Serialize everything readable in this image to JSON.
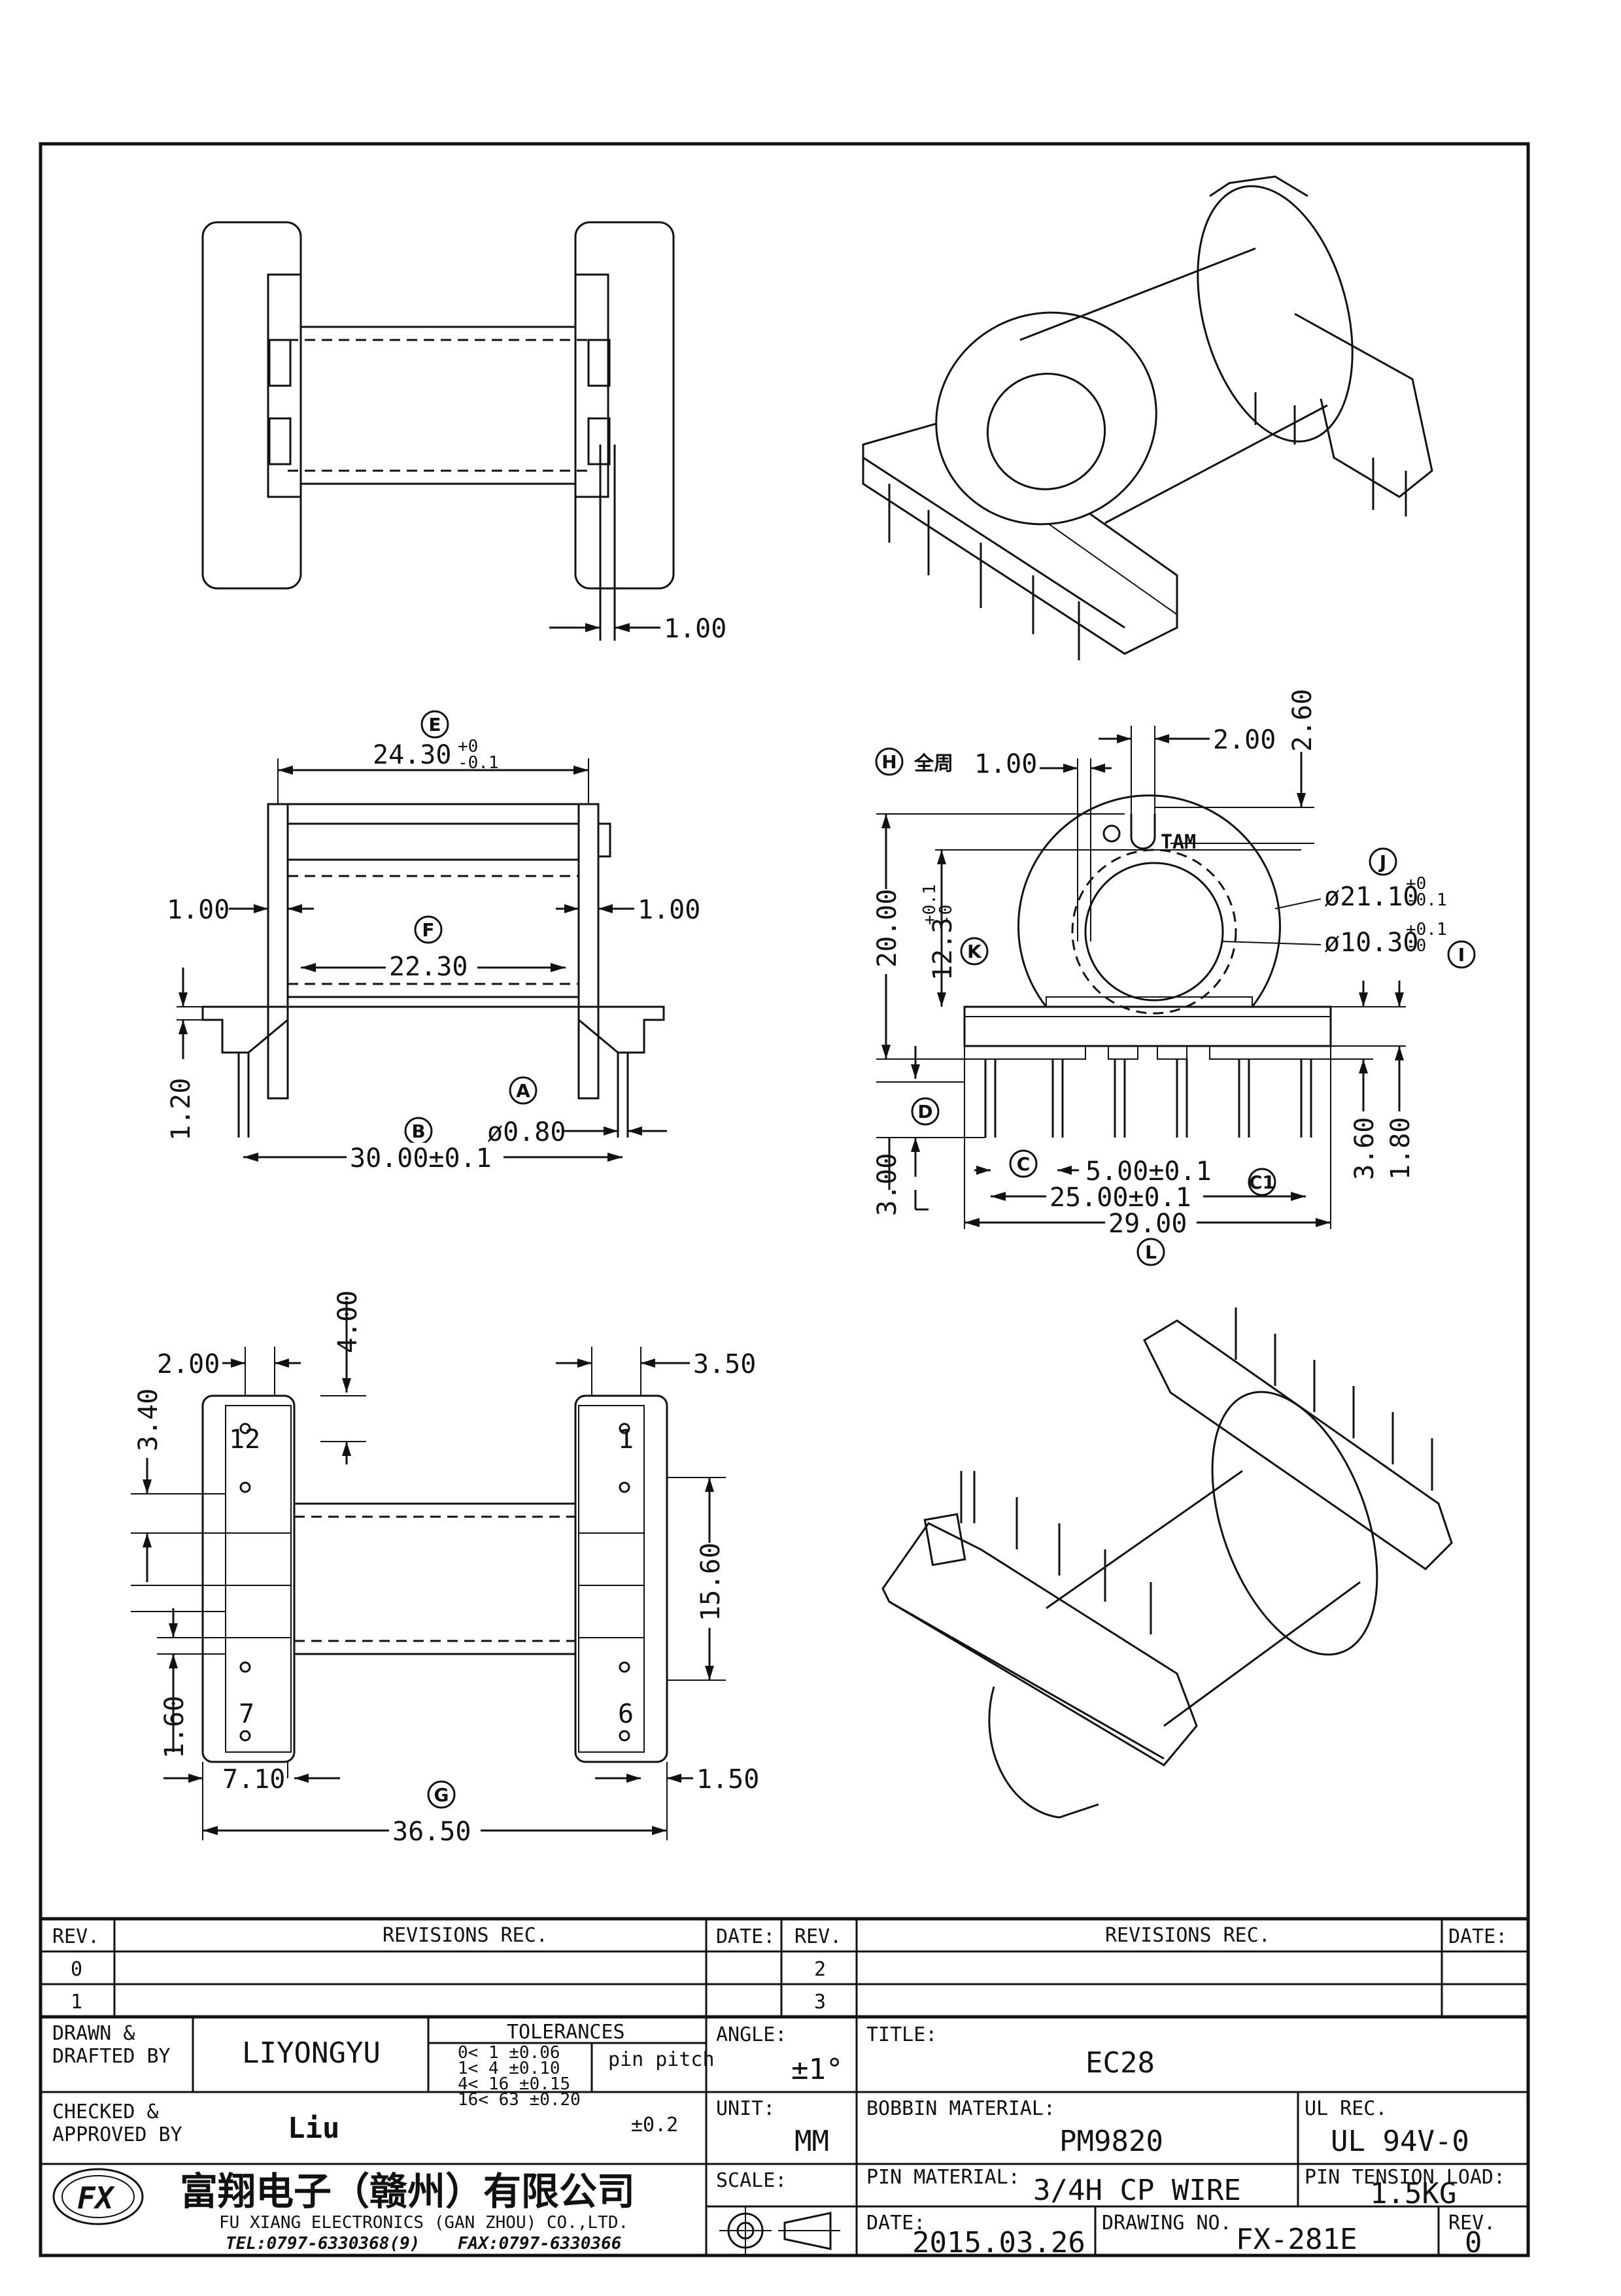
{
  "dimensions": {
    "side_top": {
      "pin_offset": "1.00"
    },
    "front": {
      "E_label": "E",
      "E_value": "24.30",
      "E_tol_plus": "+0",
      "E_tol_minus": "-0.1",
      "left_flange": "1.00",
      "right_flange": "1.00",
      "F_label": "F",
      "F_value": "22.30",
      "base_height": "1.20",
      "A_label": "A",
      "A_value": "ø0.80",
      "B_label": "B",
      "B_value": "30.00±0.1"
    },
    "end": {
      "H_label": "H",
      "H_prefix": "全周",
      "H_value": "1.00",
      "slot_width": "2.00",
      "slot_depth": "2.60",
      "tam_text": "TAM",
      "J_label": "J",
      "J_value": "ø21.10",
      "J_tol_plus": "+0",
      "J_tol_minus": "-0.1",
      "I_label": "I",
      "I_value": "ø10.30",
      "I_tol_plus": "+0.1",
      "I_tol_minus": "-0",
      "height": "20.00",
      "K_label": "K",
      "K_value": "12.3",
      "K_tol_plus": "+0.1",
      "K_tol_minus": "-0",
      "D_label": "D",
      "pin_len": "3.00",
      "C_label": "C",
      "C_value": "5.00±0.1",
      "C1_label": "C1",
      "C1_value": "25.00±0.1",
      "L_label": "L",
      "L_value": "29.00",
      "right1": "3.60",
      "right2": "1.80"
    },
    "bottom": {
      "d200": "2.00",
      "d400": "4.00",
      "d340": "3.40",
      "d350": "3.50",
      "d1560": "15.60",
      "d160": "1.60",
      "d710": "7.10",
      "d150": "1.50",
      "G_label": "G",
      "G_value": "36.50",
      "pin12": "12",
      "pin1": "1",
      "pin7": "7",
      "pin6": "6"
    }
  },
  "title_block": {
    "rev_header": "REV.",
    "revisions_header": "REVISIONS   REC.",
    "date_header": "DATE:",
    "rev_rows_left": [
      "0",
      "1"
    ],
    "rev_rows_right": [
      "2",
      "3"
    ],
    "drawn_label": "DRAWN &\nDRAFTED BY",
    "drawn_line1": "DRAWN &",
    "drawn_line2": "DRAFTED BY",
    "drawn_value": "LIYONGYU",
    "checked_line1": "CHECKED &",
    "checked_line2": "APPROVED BY",
    "checked_value": "Liu",
    "tolerances_header": "TOLERANCES",
    "tol_rows": [
      "0<  1   ±0.06",
      "1<  4   ±0.10",
      "4<  16  ±0.15",
      "16<  63  ±0.20"
    ],
    "pin_pitch_label": "pin pitch",
    "pin_pitch_value": "±0.2",
    "angle_label": "ANGLE:",
    "angle_value": "±1°",
    "unit_label": "UNIT:",
    "unit_value": "MM",
    "scale_label": "SCALE:",
    "title_label": "TITLE:",
    "title_value": "EC28",
    "bobbin_label": "BOBBIN MATERIAL:",
    "bobbin_value": "PM9820",
    "ul_label": "UL REC.",
    "ul_value": "UL 94V-0",
    "pin_material_label": "PIN MATERIAL:",
    "pin_material_value": "3/4H CP WIRE",
    "pin_tension_label": "PIN TENSION LOAD:",
    "pin_tension_value": "1.5KG",
    "date_label": "DATE:",
    "date_value": "2015.03.26",
    "drawing_no_label": "DRAWING NO.",
    "drawing_no_value": "FX-281E",
    "rev_label": "REV.",
    "rev_value": "0",
    "company_cn": "富翔电子（赣州）有限公司",
    "company_en": "FU XIANG ELECTRONICS (GAN ZHOU) CO.,LTD.",
    "tel": "TEL:0797-6330368(9)",
    "fax": "FAX:0797-6330366",
    "logo_text": "FX"
  }
}
